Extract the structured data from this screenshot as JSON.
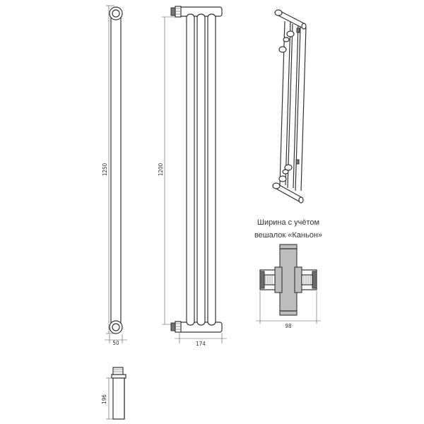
{
  "dimensions": {
    "front_height": "1250",
    "front_width": "50",
    "side_height": "1200",
    "side_width": "174",
    "bottom_height": "196",
    "detail_width": "98"
  },
  "caption": {
    "line1": "Ширина с учётом",
    "line2": "вешалок «Каньон»"
  }
}
